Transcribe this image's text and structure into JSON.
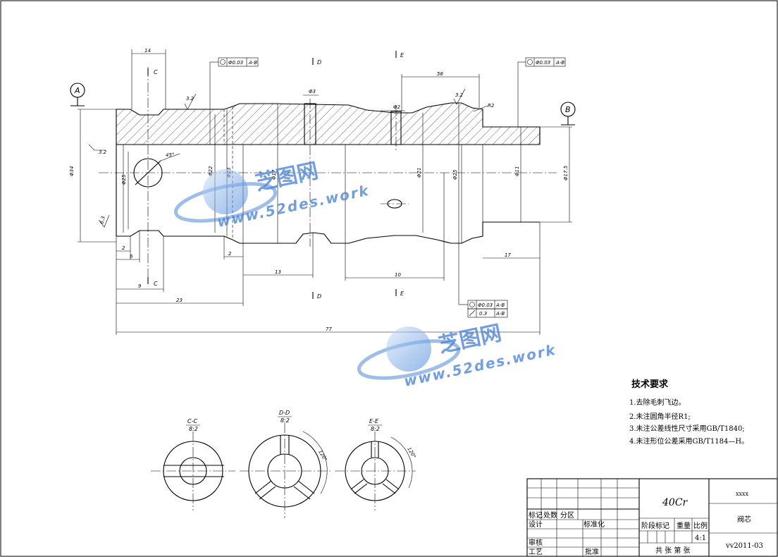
{
  "labels": {
    "datum_a": "A",
    "datum_b": "B",
    "sec_c": "C",
    "sec_d": "D",
    "sec_e": "E"
  },
  "dimensions": {
    "d14": "14",
    "d56": "56",
    "d2a": "2",
    "d6": "6",
    "d9": "9",
    "d23": "23",
    "d2b": "2",
    "d13": "13",
    "d10": "10",
    "d17": "17",
    "d77": "77",
    "phi34": "Φ34",
    "phi25": "Φ25",
    "phi22": "Φ22",
    "phi23": "Φ23",
    "phi17": "Φ17",
    "phi21": "Φ21",
    "phi25b": "Φ25",
    "phi11": "Φ11",
    "phi175": "Φ17.5",
    "phi3": "Φ3",
    "phi2": "Φ2",
    "r2": "R2",
    "ang45": "45°"
  },
  "tolerance": {
    "tol1_val": "Φ0.03",
    "tol1_ref": "A-B",
    "tol2_val": "Φ0.03",
    "tol2_ref": "A-B",
    "tol3_val": "Φ0.03",
    "tol3_ref": "A-B",
    "tol4_val": "0.3",
    "tol4_ref": "A-B"
  },
  "roughness": {
    "r1": "3.2",
    "r2": "3.2",
    "r3": "3.2",
    "r4": "6.3"
  },
  "sections": [
    {
      "title": "C-C",
      "scale": "8:2",
      "angle": ""
    },
    {
      "title": "D-D",
      "scale": "8:2",
      "angle": "120°"
    },
    {
      "title": "E-E",
      "scale": "8:2",
      "angle": "120°"
    }
  ],
  "watermark": {
    "name": "芝图网",
    "url": "www.52des.work"
  },
  "requirements": {
    "title": "技术要求",
    "items": [
      "1.去除毛刺飞边。",
      "2.未注圆角半径R1;",
      "3.未注公差线性尺寸采用GB/T1840;",
      "4.未注形位公差采用GB/T1184—H。"
    ]
  },
  "title_block": {
    "material": "40Cr",
    "company": "xxxx",
    "part_name": "阀芯",
    "drawing_no": "vv2011-03",
    "scale": "4:1",
    "h_mark": "标记",
    "h_count": "处数",
    "h_zone": "分区",
    "h_design": "设计",
    "h_std": "标准化",
    "h_check": "审核",
    "h_process": "工艺",
    "h_approve": "批准",
    "h_stage": "阶段标记",
    "h_weight": "重量",
    "h_ratio": "比例",
    "h_sheets": "共 张 第 张"
  }
}
